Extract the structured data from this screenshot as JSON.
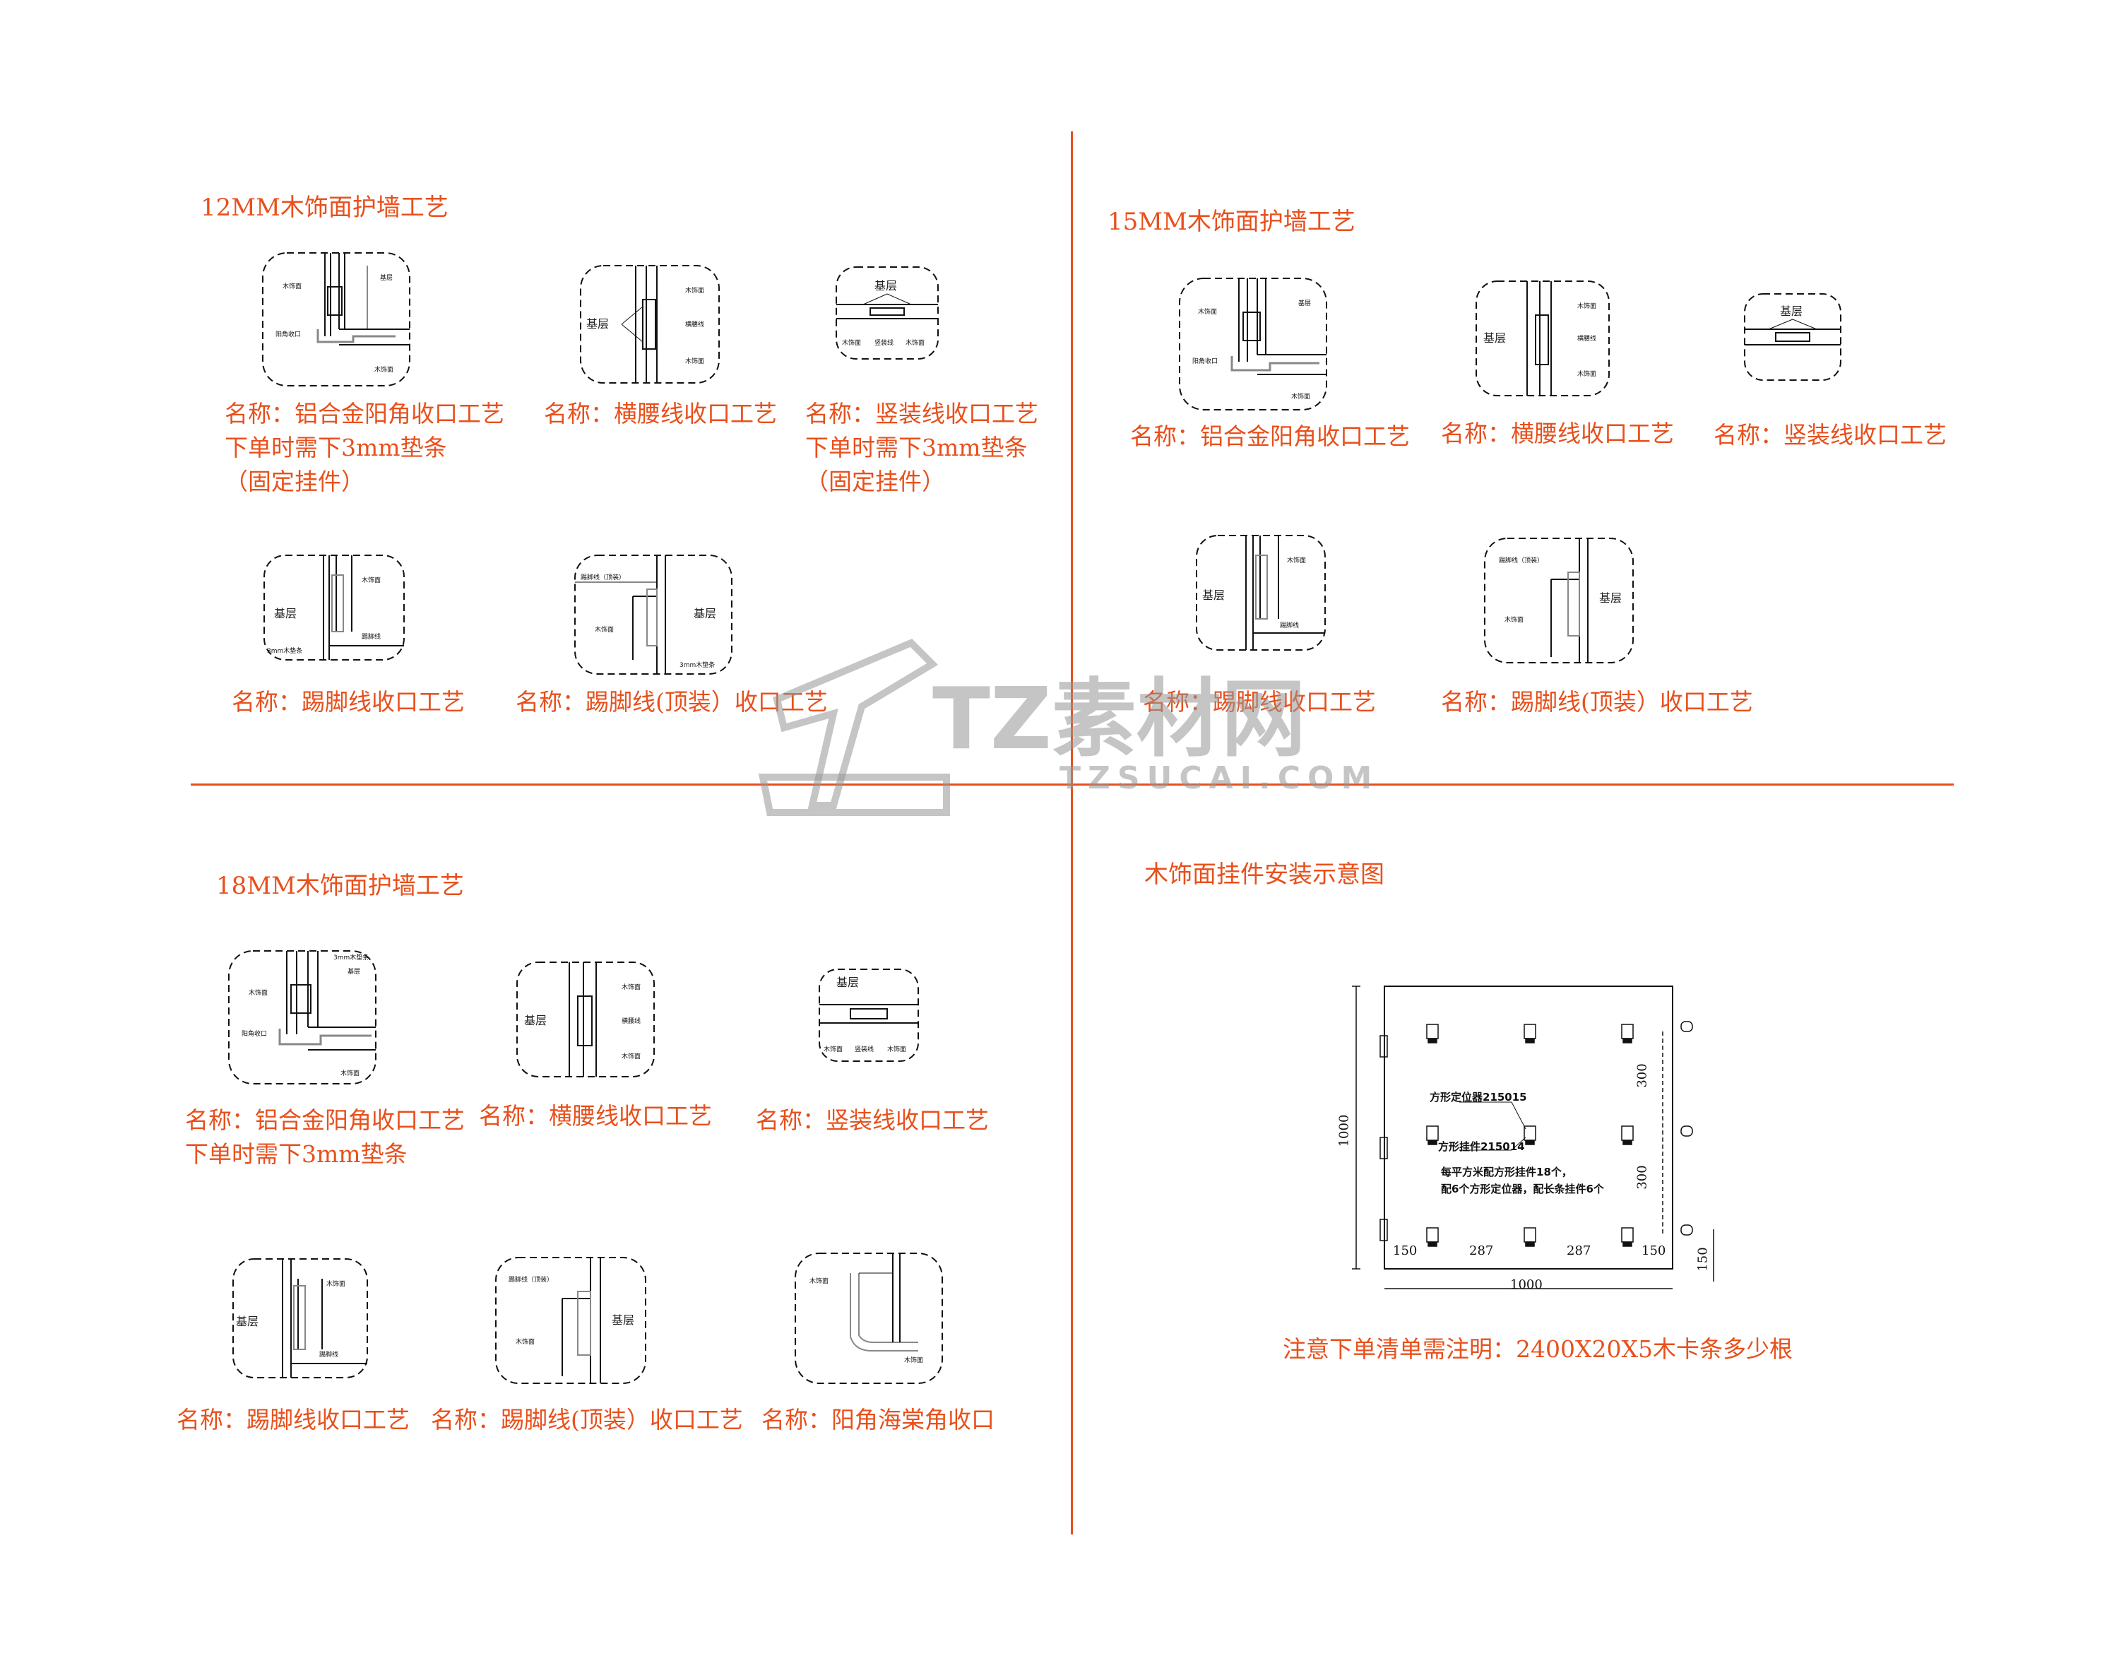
{
  "colors": {
    "accent": "#e8501c",
    "ink": "#111111",
    "watermark": "#9a9a9a"
  },
  "sections": {
    "s12": {
      "title": "12MM木饰面护墙工艺",
      "details": [
        {
          "lines": [
            "名称：铝合金阳角收口工艺",
            "下单时需下3mm垫条",
            "（固定挂件）"
          ]
        },
        {
          "lines": [
            "名称：横腰线收口工艺"
          ]
        },
        {
          "lines": [
            "名称：竖装线收口工艺",
            "下单时需下3mm垫条",
            "（固定挂件）"
          ]
        },
        {
          "lines": [
            "名称：踢脚线收口工艺"
          ]
        },
        {
          "lines": [
            "名称：踢脚线(顶装）收口工艺"
          ]
        }
      ]
    },
    "s15": {
      "title": "15MM木饰面护墙工艺",
      "details": [
        {
          "lines": [
            "名称：铝合金阳角收口工艺"
          ]
        },
        {
          "lines": [
            "名称：横腰线收口工艺"
          ]
        },
        {
          "lines": [
            "名称：竖装线收口工艺"
          ]
        },
        {
          "lines": [
            "名称：踢脚线收口工艺"
          ]
        },
        {
          "lines": [
            "名称：踢脚线(顶装）收口工艺"
          ]
        }
      ]
    },
    "s18": {
      "title": "18MM木饰面护墙工艺",
      "details": [
        {
          "lines": [
            "名称：铝合金阳角收口工艺",
            "下单时需下3mm垫条"
          ]
        },
        {
          "lines": [
            "名称：横腰线收口工艺"
          ]
        },
        {
          "lines": [
            "名称：竖装线收口工艺"
          ]
        },
        {
          "lines": [
            "名称：踢脚线收口工艺"
          ]
        },
        {
          "lines": [
            "名称：踢脚线(顶装）收口工艺"
          ]
        },
        {
          "lines": [
            "名称：阳角海棠角收口"
          ]
        }
      ]
    },
    "install": {
      "title": "木饰面挂件安装示意图",
      "label_positioner": "方形定位器215015",
      "label_hanger": "方形挂件215014",
      "note_line1": "每平方米配方形挂件18个，",
      "note_line2": "配6个方形定位器，配长条挂件6个",
      "dim_height": "1000",
      "dim_width": "1000",
      "dim_300a": "300",
      "dim_300b": "300",
      "dim_150_right": "150",
      "dims_bottom": [
        "150",
        "287",
        "287",
        "150"
      ],
      "footer_note": "注意下单清单需注明：2400X20X5木卡条多少根"
    }
  },
  "detail_labels": {
    "wood_face": "木饰面",
    "base_layer": "基层",
    "waist_line": "横腰线",
    "baseboard": "踢脚线",
    "baseboard_top": "踢脚线（顶装）",
    "corner_trim": "阳角收口",
    "vertical_line": "竖装线",
    "shim": "3mm木垫条"
  },
  "watermark": {
    "brand": "TZ素材网",
    "url": "TZSUCAI.COM"
  }
}
